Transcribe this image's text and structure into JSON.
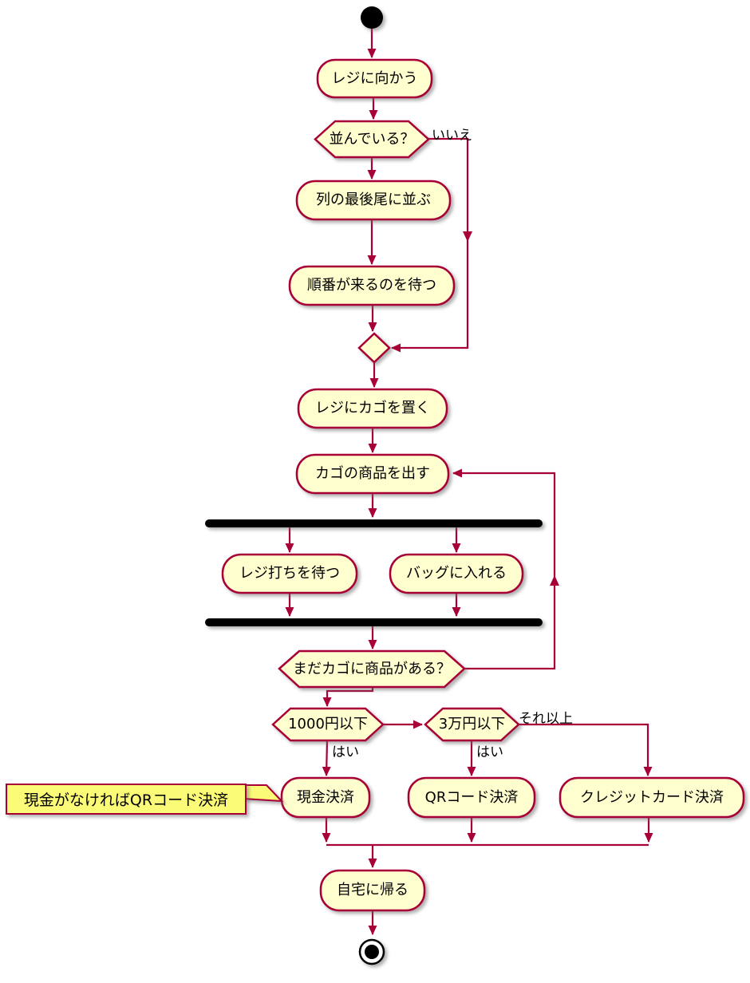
{
  "diagram": {
    "kind": "activity-flowchart",
    "activities": {
      "head_to_register": "レジに向かう",
      "line_up_end": "列の最後尾に並ぶ",
      "wait_turn": "順番が来るのを待つ",
      "place_basket": "レジにカゴを置く",
      "unload_basket": "カゴの商品を出す",
      "wait_register": "レジ打ちを待つ",
      "bag_items": "バッグに入れる",
      "cash_payment": "現金決済",
      "qr_payment": "QRコード決済",
      "credit_payment": "クレジットカード決済",
      "go_home": "自宅に帰る"
    },
    "decisions": {
      "is_queue": "並んでいる？",
      "items_left": "まだカゴに商品がある？",
      "under_1000": "1000円以下",
      "under_30000": "3万円以下"
    },
    "edge_labels": {
      "no": "いいえ",
      "yes_cash": "はい",
      "yes_qr": "はい",
      "otherwise": "それ以上"
    },
    "note": {
      "text": "現金がなければQRコード決済"
    },
    "colors": {
      "node_fill": "#FEFECE",
      "node_border": "#A80036",
      "arrow": "#A80036",
      "note_fill": "#FBFB77",
      "note_border": "#A80036",
      "sync_bar": "#000000",
      "start_end": "#000000",
      "text": "#000000",
      "background": "#FFFFFF"
    }
  }
}
